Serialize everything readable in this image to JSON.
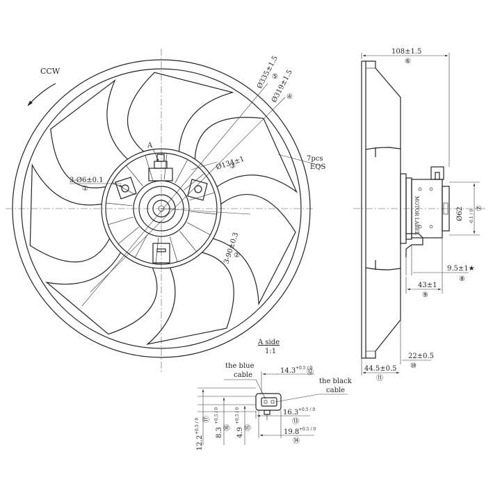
{
  "front_view": {
    "rotation_label": "CCW",
    "section_marker": "A",
    "dims": {
      "d335": {
        "text": "Ø335±1.5",
        "num": "⑤"
      },
      "d319": {
        "text": "Ø319±1.5",
        "num": "④"
      },
      "d134": {
        "text": "Ø134±1",
        "num": "③"
      },
      "holes6": {
        "text": "3-Ø6±0.1",
        "num": "①"
      },
      "holes90": {
        "text": "3-90±0.3",
        "num": "②"
      },
      "blades_count": "7pcs",
      "blades_eqs": "EQS"
    }
  },
  "side_view": {
    "motor_label": "MOTOR LABEL",
    "dims": {
      "d108": {
        "text": "108±1.5",
        "num": "⑥"
      },
      "d62": {
        "text": "Ø62",
        "tol": "-0.1 / 0",
        "num": "⑦"
      },
      "d9_5": {
        "text": "9.5±1★",
        "num": "⑧"
      },
      "d43": {
        "text": "43±1",
        "num": "⑨"
      },
      "d22": {
        "text": "22±0.5",
        "num": "⑩"
      },
      "d44_5": {
        "text": "44.5±0.5",
        "num": "⑪"
      }
    }
  },
  "connector_view": {
    "title": "A side",
    "scale": "1:1",
    "blue_cable": [
      "the blue",
      "cable"
    ],
    "black_cable": [
      "the black",
      "cable"
    ],
    "dims": {
      "d14_3": {
        "text": "14.3",
        "tol": "+0.5 / 0",
        "num": "⑫"
      },
      "d16_3": {
        "text": "16.3",
        "tol": "+0.5 / 0",
        "num": "⑬"
      },
      "d19_8": {
        "text": "19.8",
        "tol": "+0.5 / 0",
        "num": "⑭"
      },
      "d12_2": {
        "text": "12.2",
        "tol": "+0.5 / 0",
        "num": "⑰"
      },
      "d8_3": {
        "text": "8.3",
        "tol": "+0.5 / 0",
        "num": "⑯"
      },
      "d4_9": {
        "text": "4.9",
        "tol": "+0.5 / 0",
        "num": "⑮"
      }
    }
  }
}
